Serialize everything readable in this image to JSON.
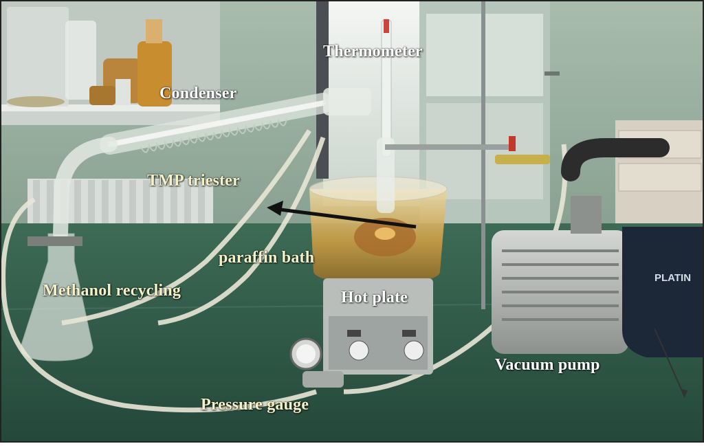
{
  "labels": {
    "thermometer": "Thermometer",
    "condenser": "Condenser",
    "tmp_triester": "TMP triester",
    "paraffin_bath": "paraffin bath",
    "methanol_recycling": "Methanol recycling",
    "hot_plate": "Hot plate",
    "vacuum_pump": "Vacuum pump",
    "pressure_gauge": "Pressure gauge",
    "pump_brand": "PLATIN"
  },
  "colors": {
    "label_white": "#ffffff",
    "label_cream": "#f4f0c8",
    "bench_green": "#2f5a45",
    "wall_green": "#8fa898",
    "paraffin_amber": "#c89a3c",
    "pump_body": "#b9bbb8"
  }
}
